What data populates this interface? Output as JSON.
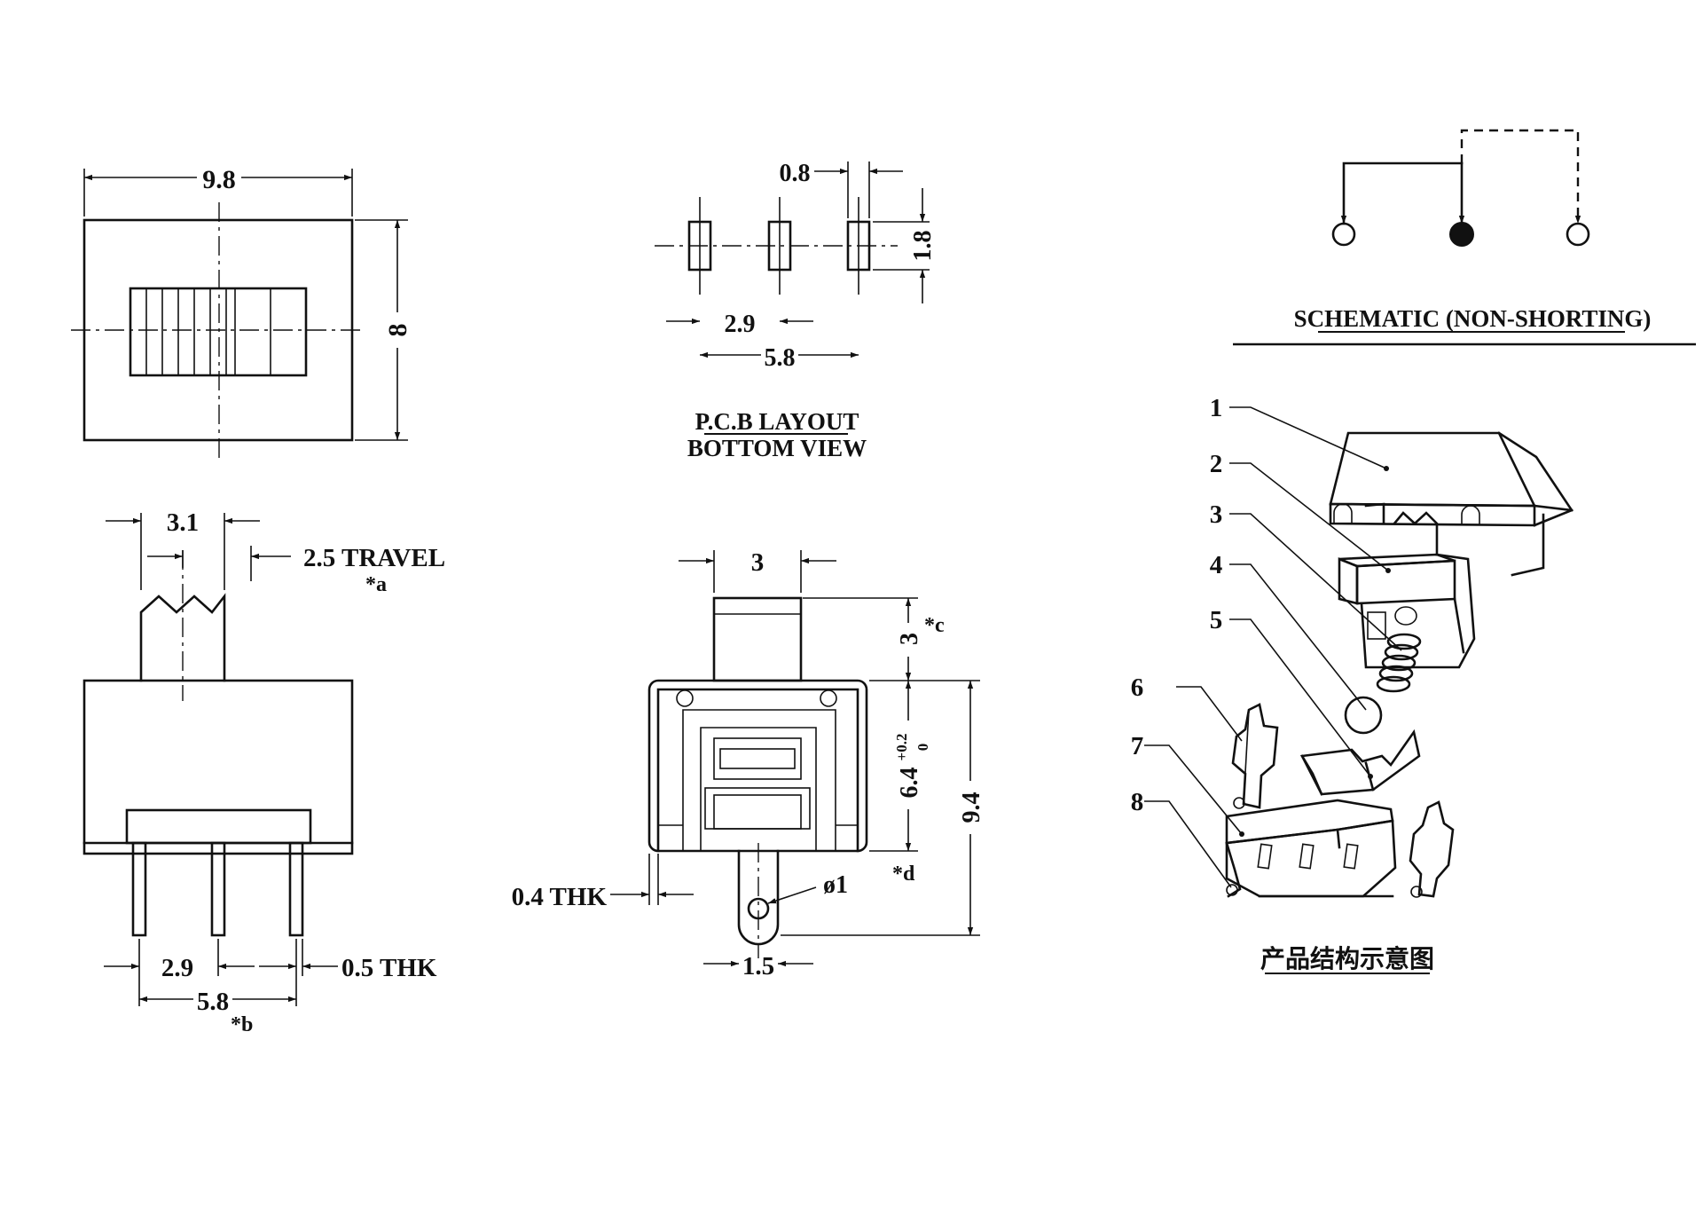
{
  "colors": {
    "ink": "#111111",
    "paper": "#ffffff"
  },
  "top_view": {
    "width_dim": "9.8",
    "height_dim": "8"
  },
  "pcb_layout": {
    "pad_width_dim": "0.8",
    "pad_height_dim": "1.8",
    "pitch_dim": "2.9",
    "span_dim": "5.8",
    "title_line1": "P.C.B LAYOUT",
    "title_line2": "BOTTOM VIEW"
  },
  "schematic": {
    "title": "SCHEMATIC (NON-SHORTING)"
  },
  "side_view": {
    "actuator_width_dim": "3.1",
    "travel_dim": "2.5 TRAVEL",
    "note_a": "*a",
    "pin_pitch_dim": "2.9",
    "pin_thickness_dim": "0.5 THK",
    "pin_span_dim": "5.8",
    "note_b": "*b"
  },
  "front_view": {
    "actuator_width_dim": "3",
    "actuator_height_dim": "3",
    "note_c": "*c",
    "body_height_dim": "6.4",
    "body_tol_upper": "+0.2",
    "body_tol_lower": "0",
    "overall_height_dim": "9.4",
    "note_d": "*d",
    "shell_thickness_dim": "0.4 THK",
    "hole_dim": "ø1",
    "tab_width_dim": "1.5"
  },
  "exploded_view": {
    "part_numbers": [
      "1",
      "2",
      "3",
      "4",
      "5",
      "6",
      "7",
      "8"
    ],
    "title": "产品结构示意图"
  }
}
